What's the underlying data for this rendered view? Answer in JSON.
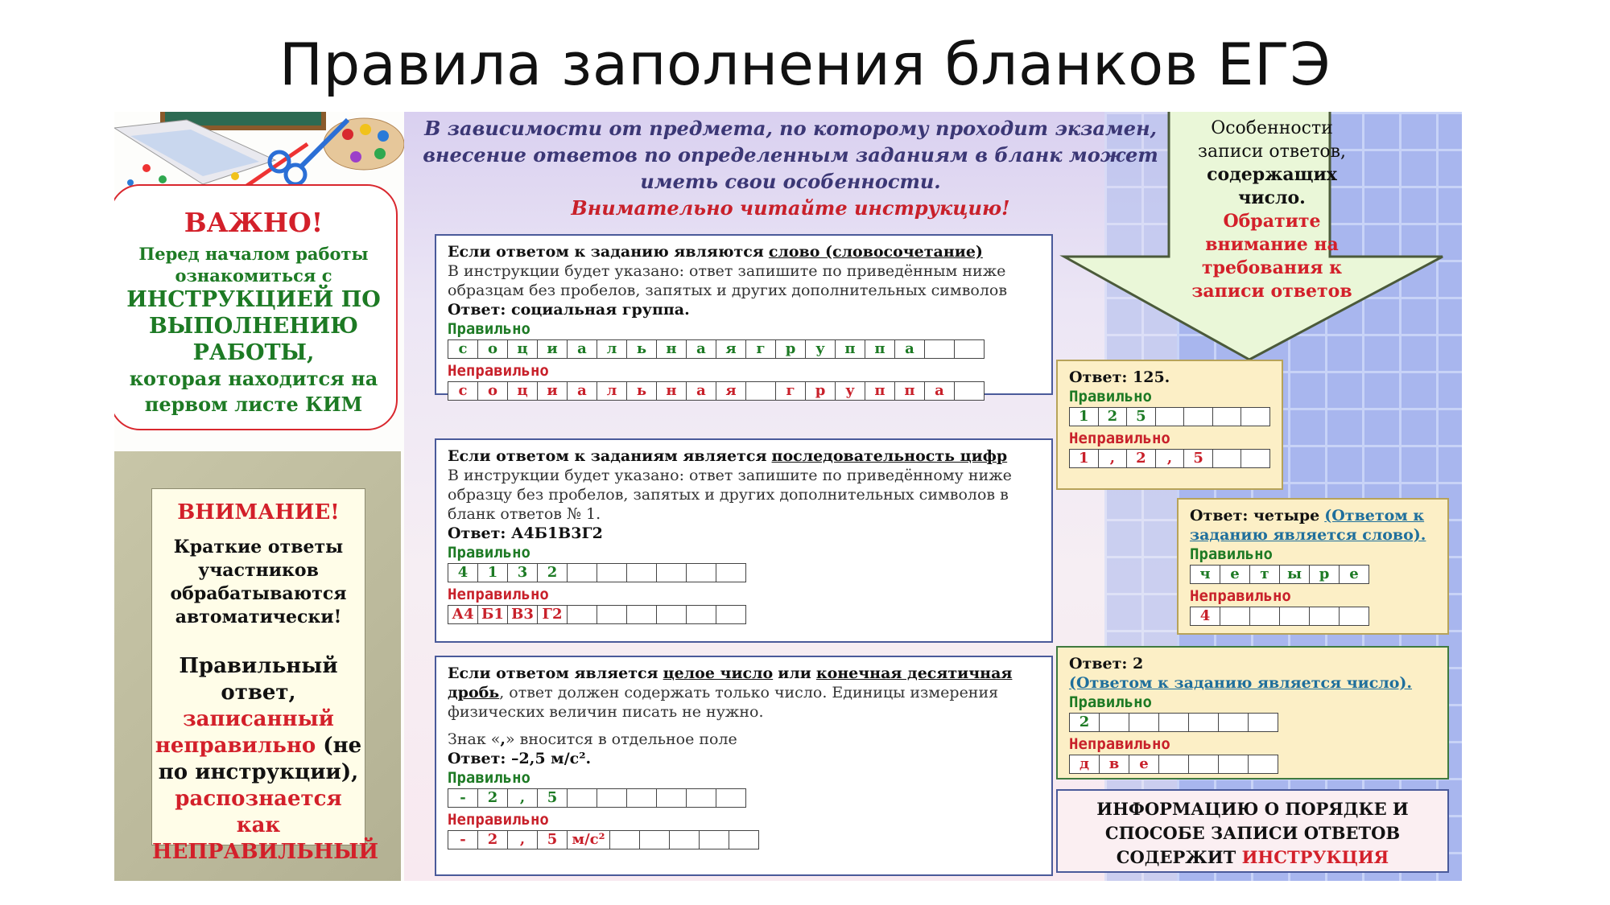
{
  "title": "Правила заполнения бланков ЕГЭ",
  "important": {
    "heading": "ВАЖНО!",
    "line1": "Перед началом работы ознакомиться с",
    "line2": "ИНСТРУКЦИЕЙ ПО ВЫПОЛНЕНИЮ РАБОТЫ,",
    "line3": "которая находится на первом листе КИМ"
  },
  "attention": {
    "heading": "ВНИМАНИЕ!",
    "text1": "Краткие ответы участников обрабатываются автоматически!",
    "t2a": "Правильный ответ,",
    "t2b": "записанный неправильно",
    "t2c": "(не по инструкции),",
    "t2d": "распознается как НЕПРАВИЛЬНЫЙ"
  },
  "intro": {
    "text": "В зависимости от предмета, по которому проходит экзамен, внесение ответов по определенным заданиям в бланк может иметь свои особенности.",
    "warning": "Внимательно читайте инструкцию!"
  },
  "card1": {
    "lead": "Если ответом к заданию являются",
    "underline": "слово (словосочетание)",
    "instr": "В инструкции будет указано: ответ запишите по приведённым ниже образцам без пробелов, запятых и других дополнительных символов",
    "answer": "Ответ: социальная группа.",
    "correct_label": "Правильно",
    "correct_cells": [
      "с",
      "о",
      "ц",
      "и",
      "а",
      "л",
      "ь",
      "н",
      "а",
      "я",
      "г",
      "р",
      "у",
      "п",
      "п",
      "а",
      "",
      ""
    ],
    "wrong_label": "Неправильно",
    "wrong_cells": [
      "с",
      "о",
      "ц",
      "и",
      "а",
      "л",
      "ь",
      "н",
      "а",
      "я",
      "",
      "г",
      "р",
      "у",
      "п",
      "п",
      "а",
      ""
    ]
  },
  "card2": {
    "lead": "Если ответом к заданиям является",
    "underline": "последовательность цифр",
    "instr": "В инструкции будет указано: ответ запишите по приведённому ниже образцу без пробелов, запятых и других дополнительных символов в бланк ответов № 1.",
    "answer": "Ответ: А4Б1В3Г2",
    "correct_label": "Правильно",
    "correct_cells": [
      "4",
      "1",
      "3",
      "2",
      "",
      "",
      "",
      "",
      "",
      ""
    ],
    "wrong_label": "Неправильно",
    "wrong_cells": [
      "А4",
      "Б1",
      "В3",
      "Г2",
      "",
      "",
      "",
      "",
      "",
      ""
    ]
  },
  "card3": {
    "lead": "Если ответом является",
    "u1": "целое число",
    "mid": "или",
    "u2": "конечная десятичная дробь",
    "rest": ", ответ должен содержать только число. Единицы измерения физических величин писать не нужно.",
    "comma_note_pre": "Знак «",
    "comma_sign": ",",
    "comma_note_post": "» вносится в отдельное поле",
    "answer": "Ответ: –2,5 м/с².",
    "correct_label": "Правильно",
    "correct_cells": [
      "-",
      "2",
      ",",
      "5",
      "",
      "",
      "",
      "",
      "",
      ""
    ],
    "wrong_label": "Неправильно",
    "wrong_cells": [
      "-",
      "2",
      ",",
      "5",
      "м/с²",
      "",
      "",
      "",
      "",
      ""
    ]
  },
  "arrow": {
    "l1": "Особенности записи ответов,",
    "l2": "содержащих число.",
    "l3": "Обратите внимание на требования к записи ответов"
  },
  "r1": {
    "answer": "Ответ: 125.",
    "correct_label": "Правильно",
    "correct_cells": [
      "1",
      "2",
      "5",
      "",
      "",
      "",
      ""
    ],
    "wrong_label": "Неправильно",
    "wrong_cells": [
      "1",
      ",",
      "2",
      ",",
      "5",
      "",
      ""
    ]
  },
  "r2": {
    "answer": "Ответ: четыре",
    "link": "(Ответом к заданию является слово).",
    "correct_label": "Правильно",
    "correct_cells": [
      "ч",
      "е",
      "т",
      "ы",
      "р",
      "е"
    ],
    "wrong_label": "Неправильно",
    "wrong_cells": [
      "4",
      "",
      "",
      "",
      "",
      ""
    ]
  },
  "r3": {
    "answer": "Ответ: 2",
    "link": "(Ответом к заданию является число).",
    "correct_label": "Правильно",
    "correct_cells": [
      "2",
      "",
      "",
      "",
      "",
      "",
      ""
    ],
    "wrong_label": "Неправильно",
    "wrong_cells": [
      "д",
      "в",
      "е",
      "",
      "",
      "",
      ""
    ]
  },
  "info": {
    "line1": "ИНФОРМАЦИЮ О ПОРЯДКЕ И СПОСОБЕ ЗАПИСИ ОТВЕТОВ",
    "line2": "СОДЕРЖИТ",
    "line3": "ИНСТРУКЦИЯ"
  },
  "colors": {
    "red": "#d3202a",
    "green": "#1d7a24",
    "navy": "#3b3775",
    "link": "#1f6f9c"
  }
}
